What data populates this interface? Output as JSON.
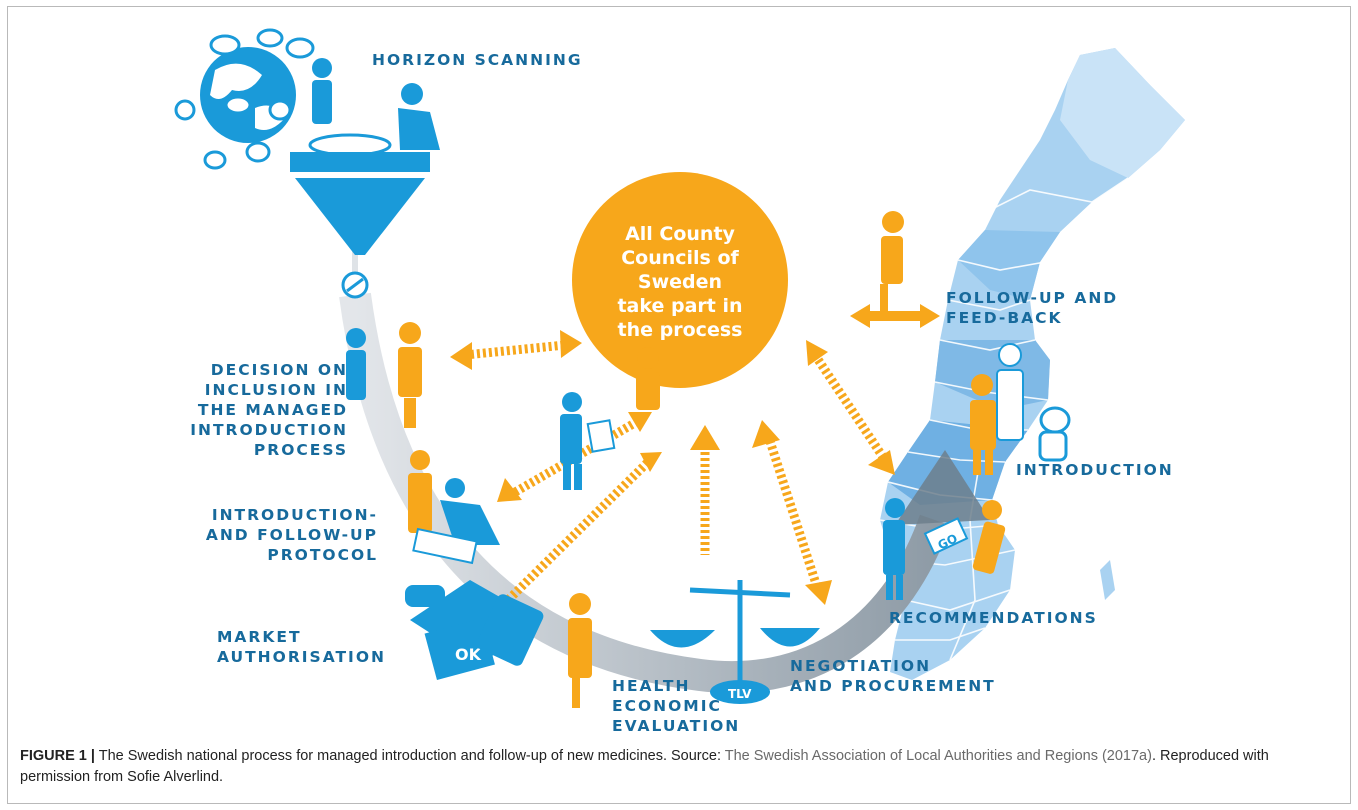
{
  "diagram": {
    "circle_lines": [
      "All County",
      "Councils of Sweden",
      "take part in",
      "the process"
    ],
    "labels": {
      "horizon_scanning": [
        "HORIZON SCANNING"
      ],
      "decision": [
        "DECISION ON",
        "INCLUSION IN",
        "THE MANAGED",
        "INTRODUCTION",
        "PROCESS"
      ],
      "protocol": [
        "INTRODUCTION-",
        "AND FOLLOW-UP",
        "PROTOCOL"
      ],
      "market": [
        "MARKET",
        "AUTHORISATION"
      ],
      "health": [
        "HEALTH",
        "ECONOMIC",
        "EVALUATION"
      ],
      "negotiation": [
        "NEGOTIATION",
        "AND PROCUREMENT"
      ],
      "recommendations": [
        "RECOMMENDATIONS"
      ],
      "introduction": [
        "INTRODUCTION"
      ],
      "followup": [
        "FOLLOW-UP AND",
        "FEED-BACK"
      ]
    },
    "icons": {
      "tlv": "TLV",
      "go": "GO",
      "ok": "OK"
    },
    "colors": {
      "label": "#176a9c",
      "blue": "#1a9ad9",
      "orange": "#f7a71b",
      "map": "#a9d2f1"
    }
  },
  "caption": {
    "figure": "FIGURE 1 |",
    "text": " The Swedish national process for managed introduction and follow-up of new medicines. Source: ",
    "source": "The Swedish Association of Local Authorities and Regions (2017a)",
    "tail": ". Reproduced with permission from Sofie Alverlind."
  }
}
